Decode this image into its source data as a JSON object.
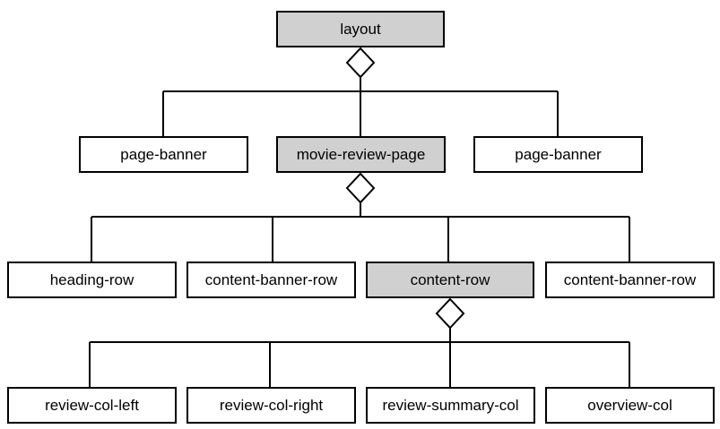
{
  "root": {
    "label": "layout"
  },
  "level1": [
    {
      "label": "page-banner"
    },
    {
      "label": "movie-review-page"
    },
    {
      "label": "page-banner"
    }
  ],
  "level2": [
    {
      "label": "heading-row"
    },
    {
      "label": "content-banner-row"
    },
    {
      "label": "content-row"
    },
    {
      "label": "content-banner-row"
    }
  ],
  "level3": [
    {
      "label": "review-col-left"
    },
    {
      "label": "review-col-right"
    },
    {
      "label": "review-summary-col"
    },
    {
      "label": "overview-col"
    }
  ],
  "colors": {
    "highlight": "#d0d0d0",
    "node": "#ffffff",
    "line": "#000000"
  }
}
